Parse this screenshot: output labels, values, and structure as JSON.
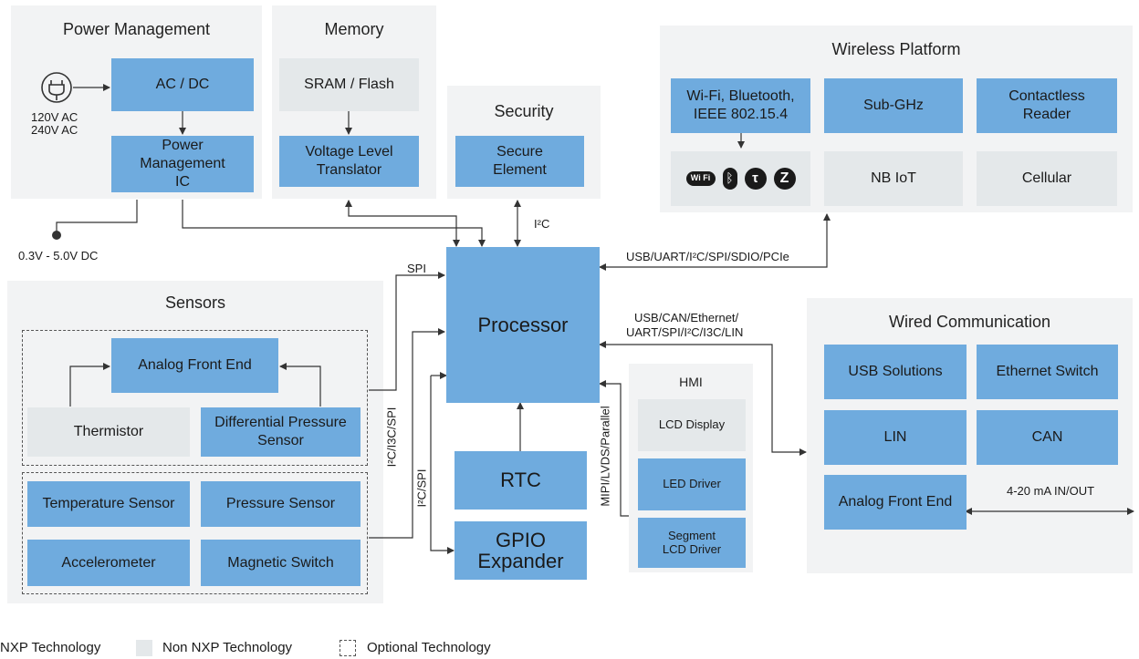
{
  "power": {
    "title": "Power Management",
    "ac_dc": "AC / DC",
    "pmic": "Power Management IC",
    "input_label_1": "120V AC",
    "input_label_2": "240V AC",
    "output_label": "0.3V - 5.0V DC"
  },
  "memory": {
    "title": "Memory",
    "sram": "SRAM / Flash",
    "translator": "Voltage Level Translator"
  },
  "security": {
    "title": "Security",
    "secure_element": "Secure Element",
    "bus_label": "I²C"
  },
  "wireless": {
    "title": "Wireless Platform",
    "wifi_bt": "Wi-Fi, Bluetooth, IEEE 802.15.4",
    "sub_ghz": "Sub-GHz",
    "contactless": "Contactless Reader",
    "nb_iot": "NB IoT",
    "cellular": "Cellular",
    "wifi_icon_text": "Wi Fi",
    "bus_label": "USB/UART/I²C/SPI/SDIO/PCIe"
  },
  "processor": {
    "label": "Processor",
    "spi_label": "SPI"
  },
  "sensors": {
    "title": "Sensors",
    "afe": "Analog Front End",
    "thermistor": "Thermistor",
    "diff_pressure": "Differential Pressure Sensor",
    "temperature": "Temperature Sensor",
    "pressure": "Pressure Sensor",
    "accelerometer": "Accelerometer",
    "magnetic": "Magnetic Switch",
    "bus_label_1": "I²C/I3C/SPI",
    "bus_label_2": "I²C/SPI"
  },
  "rtc": {
    "label": "RTC"
  },
  "gpio": {
    "label": "GPIO Expander"
  },
  "hmi": {
    "title": "HMI",
    "lcd_display": "LCD Display",
    "led_driver": "LED Driver",
    "segment_lcd": "Segment LCD Driver",
    "bus_label": "MIPI/LVDS/Parallel"
  },
  "wired": {
    "title": "Wired Communication",
    "usb": "USB Solutions",
    "ethernet": "Ethernet Switch",
    "lin": "LIN",
    "can": "CAN",
    "afe": "Analog Front End",
    "io_label": "4-20 mA IN/OUT",
    "bus_label_1": "USB/CAN/Ethernet/",
    "bus_label_2": "UART/SPI/I²C/I3C/LIN"
  },
  "legend": {
    "nxp": "NXP Technology",
    "non_nxp": "Non NXP Technology",
    "optional": "Optional Technology"
  },
  "colors": {
    "nxp": "#6fabde",
    "non_nxp": "#e4e8ea",
    "panel": "#f2f3f4",
    "wire": "#333333"
  }
}
